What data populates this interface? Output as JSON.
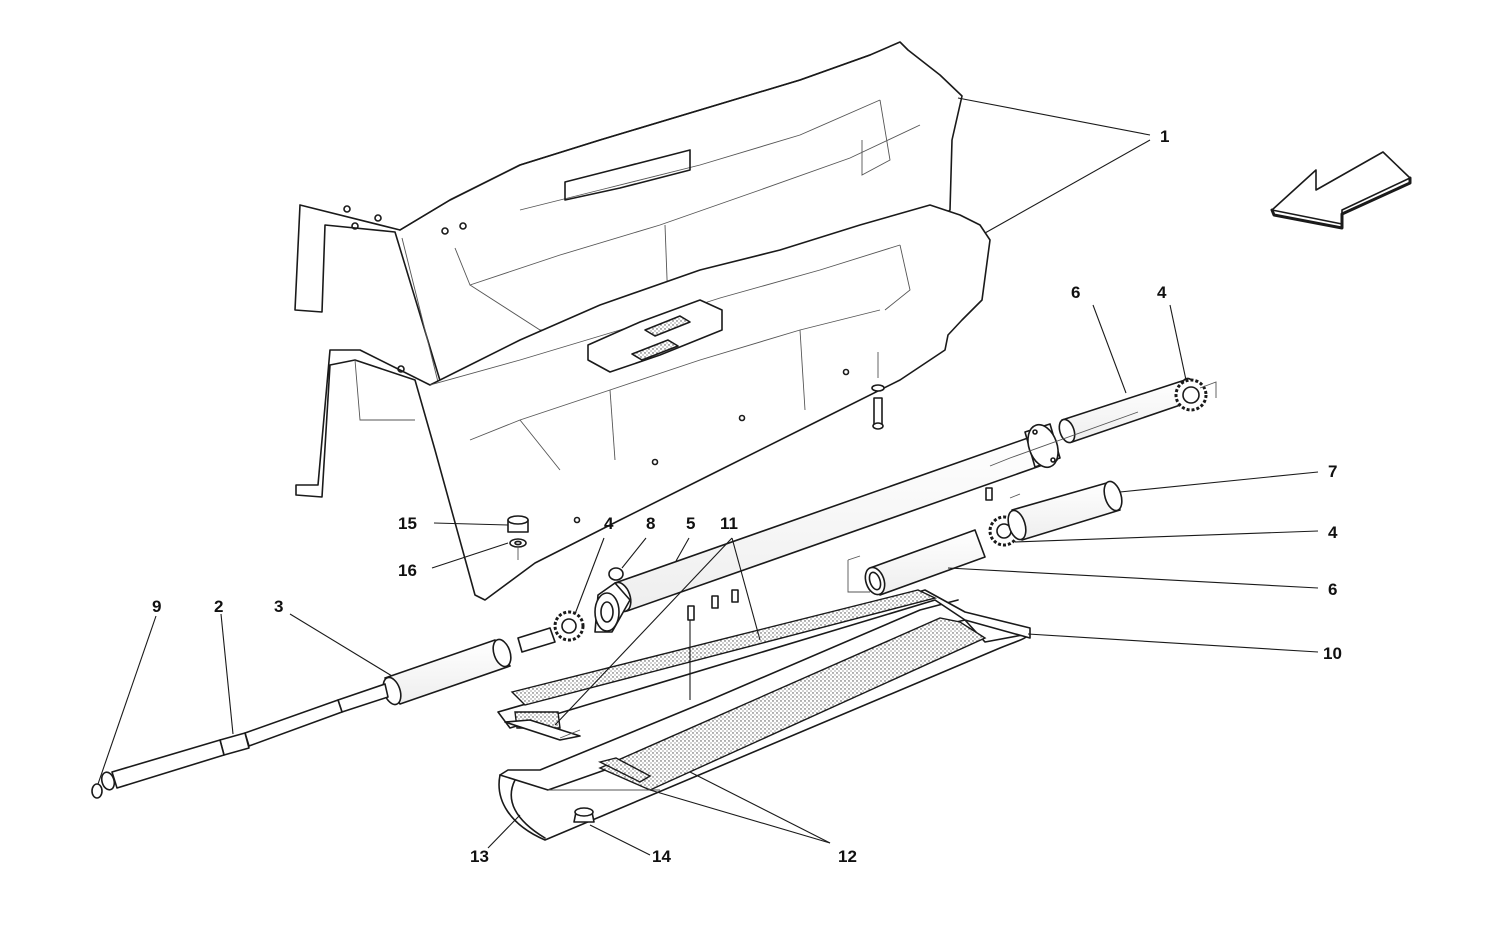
{
  "callouts": {
    "c1": "1",
    "c2": "2",
    "c3": "3",
    "c4a": "4",
    "c4b": "4",
    "c4c": "4",
    "c5": "5",
    "c6a": "6",
    "c6b": "6",
    "c7": "7",
    "c8": "8",
    "c9": "9",
    "c10": "10",
    "c11": "11",
    "c12": "12",
    "c13": "13",
    "c14": "14",
    "c15": "15",
    "c16": "16"
  },
  "icons": {
    "direction_arrow": "front-direction-arrow-icon"
  }
}
